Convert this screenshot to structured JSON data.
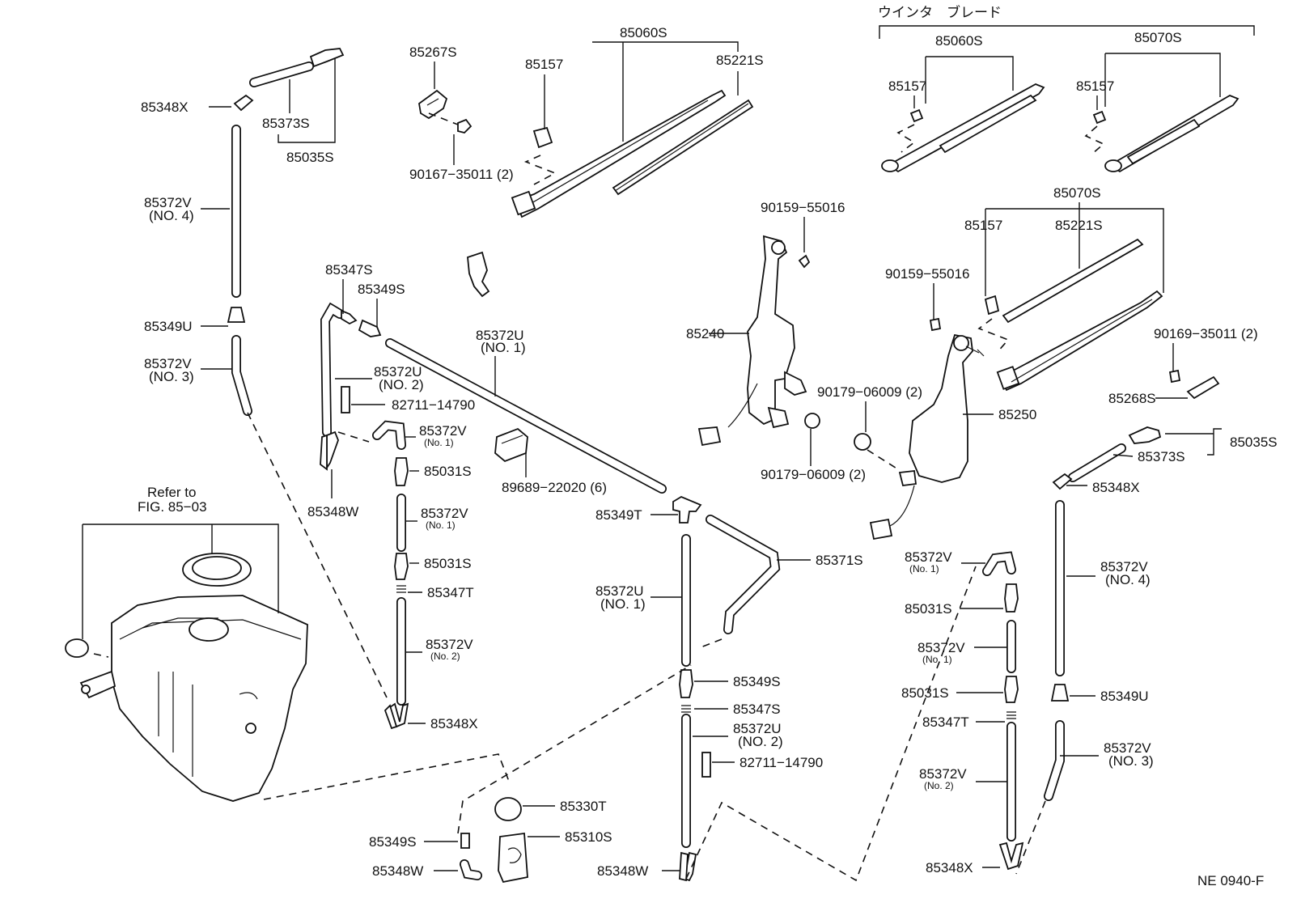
{
  "header": {
    "jp_title": "ウインタ　ブレード",
    "refer_to": "Refer to",
    "refer_fig": "FIG. 85−03",
    "footer_code": "NE 0940-F"
  },
  "labels": {
    "p85060S_a": "85060S",
    "p85267S": "85267S",
    "p85157_a": "85157",
    "p85221S_a": "85221S",
    "p90167": "90167−35011 (2)",
    "p85060S_b": "85060S",
    "p85070S_a": "85070S",
    "p85157_b": "85157",
    "p85157_c": "85157",
    "p85348X_a": "85348X",
    "p85373S_a": "85373S",
    "p85035S_a": "85035S",
    "p85372V_no4_a": "85372V",
    "p85372V_no4_a_sub": "(NO. 4)",
    "p85349U_a": "85349U",
    "p85372V_no3_a": "85372V",
    "p85372V_no3_a_sub": "(NO. 3)",
    "p85347S_a": "85347S",
    "p85349S_a": "85349S",
    "p85372U_no1_a": "85372U",
    "p85372U_no1_a_sub": "(NO. 1)",
    "p85372U_no2_a": "85372U",
    "p85372U_no2_a_sub": "(NO. 2)",
    "p82711_a": "82711−14790",
    "p85372V_no1_a": "85372V",
    "p85372V_no1_a_sub": "(No. 1)",
    "p85031S_a": "85031S",
    "p85372V_no1_b": "85372V",
    "p85372V_no1_b_sub": "(No. 1)",
    "p85031S_b": "85031S",
    "p85347T_a": "85347T",
    "p85372V_no2_a": "85372V",
    "p85372V_no2_a_sub": "(No. 2)",
    "p85348X_b": "85348X",
    "p85348W_a": "85348W",
    "p89689": "89689−22020 (6)",
    "p85349T": "85349T",
    "p85372U_no1_b": "85372U",
    "p85372U_no1_b_sub": "(NO. 1)",
    "p85371S": "85371S",
    "p85349S_b": "85349S",
    "p85347S_b": "85347S",
    "p85372U_no2_b": "85372U",
    "p85372U_no2_b_sub": "(NO. 2)",
    "p82711_b": "82711−14790",
    "p85330T": "85330T",
    "p85310S": "85310S",
    "p85349S_c": "85349S",
    "p85348W_b": "85348W",
    "p85348W_c": "85348W",
    "p90159_a": "90159−55016",
    "p85240": "85240",
    "p90179_a": "90179−06009 (2)",
    "p90179_b": "90179−06009 (2)",
    "p85070S_b": "85070S",
    "p85157_d": "85157",
    "p85221S_b": "85221S",
    "p90159_b": "90159−55016",
    "p90169": "90169−35011 (2)",
    "p85268S": "85268S",
    "p85250": "85250",
    "p85035S_b": "85035S",
    "p85373S_b": "85373S",
    "p85348X_c": "85348X",
    "p85372V_no4_b": "85372V",
    "p85372V_no4_b_sub": "(NO. 4)",
    "p85349U_b": "85349U",
    "p85372V_no3_b": "85372V",
    "p85372V_no3_b_sub": "(NO. 3)",
    "p85372V_no1_c": "85372V",
    "p85372V_no1_c_sub": "(No. 1)",
    "p85031S_c": "85031S",
    "p85372V_no1_d": "85372V",
    "p85372V_no1_d_sub": "(No. 1)",
    "p85031S_d": "85031S",
    "p85347T_b": "85347T",
    "p85372V_no2_b": "85372V",
    "p85372V_no2_b_sub": "(No. 2)",
    "p85348X_d": "85348X"
  }
}
